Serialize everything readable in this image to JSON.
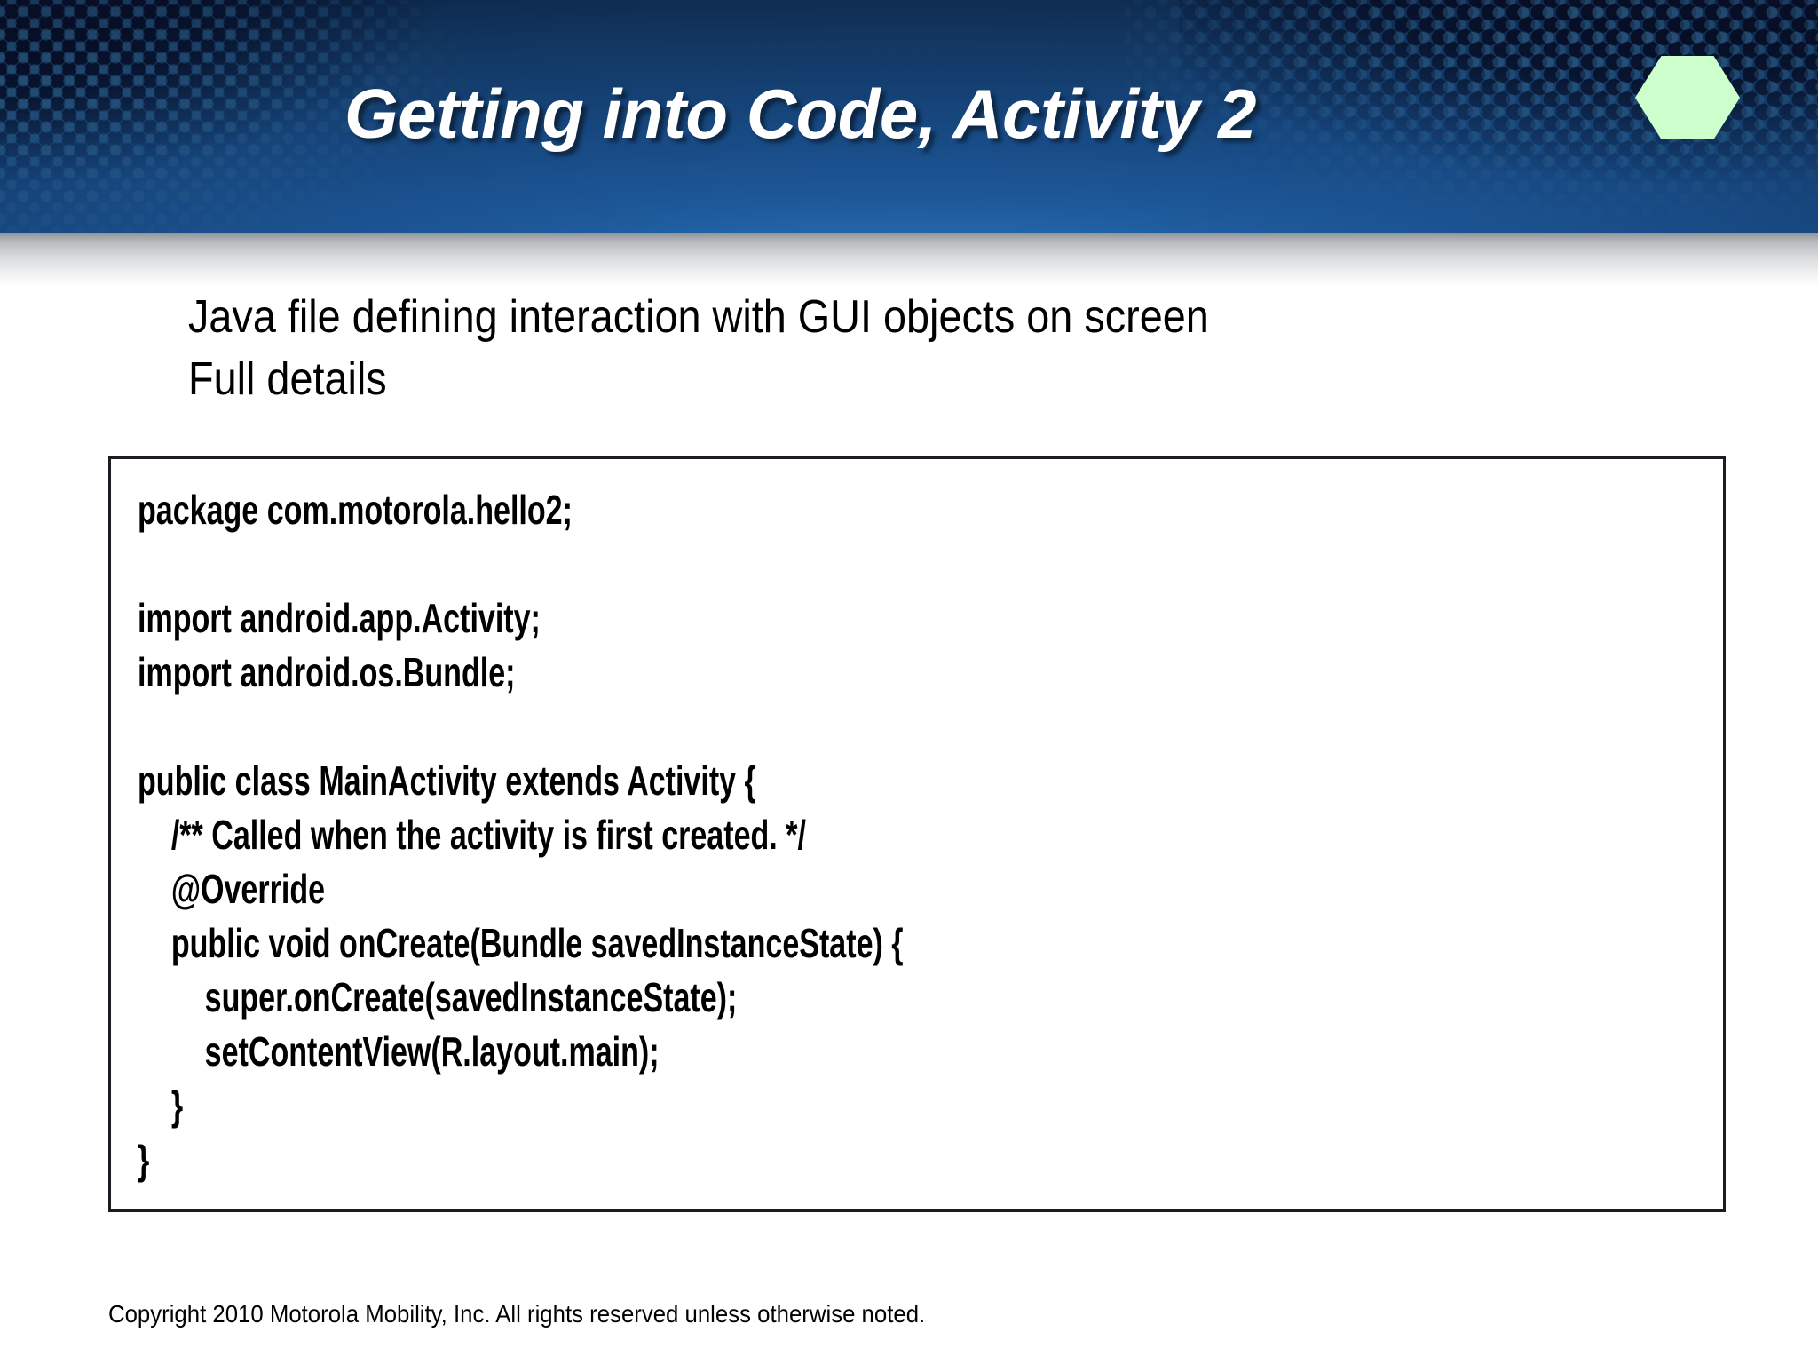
{
  "slide": {
    "title": "Getting into Code, Activity 2",
    "badge_icon": "hexagon-icon",
    "badge_color": "#CCFFCC",
    "header_gradient_top": "#0A1C38",
    "header_gradient_bottom": "#2A74BD"
  },
  "bullets": [
    "Java file defining interaction with GUI objects on screen",
    "Full details"
  ],
  "code": {
    "language": "java",
    "lines": [
      "package com.motorola.hello2;",
      "",
      "import android.app.Activity;",
      "import android.os.Bundle;",
      "",
      "public class MainActivity extends Activity {",
      "    /** Called when the activity is first created. */",
      "    @Override",
      "    public void onCreate(Bundle savedInstanceState) {",
      "        super.onCreate(savedInstanceState);",
      "        setContentView(R.layout.main);",
      "    }",
      "}"
    ]
  },
  "footer": {
    "copyright": "Copyright 2010 Motorola Mobility, Inc. All rights reserved unless otherwise noted."
  }
}
